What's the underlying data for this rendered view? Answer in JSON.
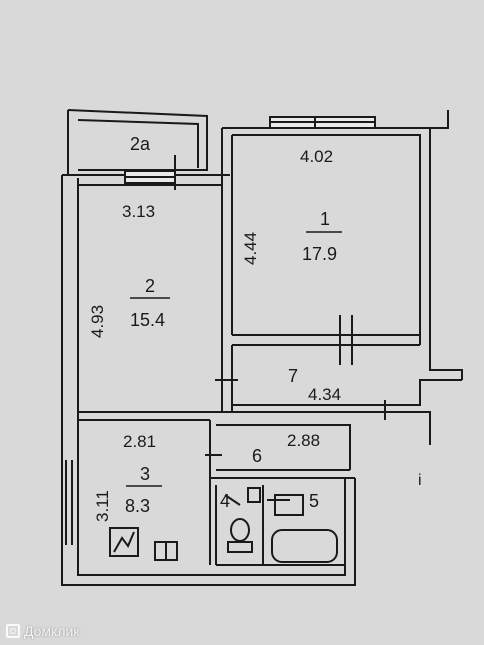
{
  "rooms": {
    "balcony": {
      "num": "2а"
    },
    "room1": {
      "num": "1",
      "area": "17.9"
    },
    "room2": {
      "num": "2",
      "area": "15.4"
    },
    "room3": {
      "num": "3",
      "area": "8.3"
    },
    "room4": {
      "num": "4"
    },
    "room5": {
      "num": "5"
    },
    "room6": {
      "num": "6"
    },
    "room7": {
      "num": "7"
    }
  },
  "dimensions": {
    "room1_width": "4.02",
    "room1_height": "4.44",
    "room2_width": "3.13",
    "room2_height": "4.93",
    "corridor_length": "4.34",
    "room3_width": "2.81",
    "room3_height": "3.11",
    "room6_width": "2.88"
  },
  "outside_label": "i",
  "watermark": "Домклик",
  "colors": {
    "background": "#d9d9d9",
    "walls": "#1a1a1a"
  }
}
